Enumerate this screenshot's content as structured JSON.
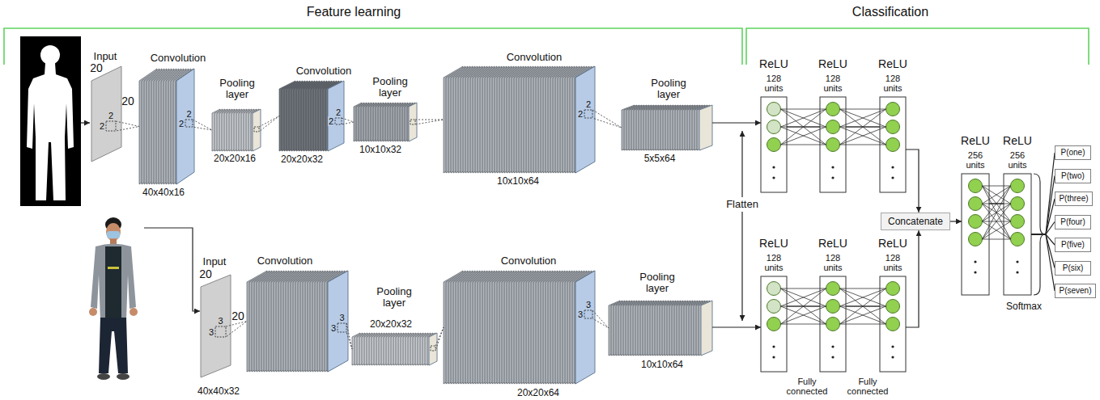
{
  "diagram": {
    "nodes": [
      {
        "text": [
          "Input",
          "20",
          "20"
        ]
      },
      {
        "text": [
          "Convolution",
          "40x40x16"
        ]
      },
      {
        "text": [
          "Pooling layer",
          "20x20x16"
        ]
      },
      {
        "text": [
          "Convolution",
          "20x20x32"
        ]
      },
      {
        "text": [
          "Pooling layer",
          "10x10x32"
        ]
      },
      {
        "text": [
          "Convolution",
          "10x10x64"
        ]
      },
      {
        "text": [
          "Pooling layer",
          "5x5x64"
        ]
      },
      {
        "text": [
          "Input",
          "20",
          "20"
        ]
      },
      {
        "text": [
          "Convolution"
        ]
      },
      {
        "text": [
          "Pooling layer",
          "20x20x32"
        ]
      },
      {
        "text": [
          "Convolution",
          "20x20x64"
        ]
      },
      {
        "text": [
          "Pooling layer",
          "10x10x64"
        ]
      },
      {
        "text": [
          "ReLU",
          "128 units"
        ]
      },
      {
        "text": [
          "ReLU",
          "128 units"
        ]
      },
      {
        "text": [
          "ReLU",
          "128 units"
        ]
      },
      {
        "text": [
          "ReLU",
          "128 units"
        ]
      },
      {
        "text": [
          "ReLU",
          "128 units"
        ]
      },
      {
        "text": [
          "ReLU",
          "128 units"
        ]
      },
      {
        "text": [
          "Concatenate"
        ]
      },
      {
        "text": [
          "ReLU",
          "256 units"
        ]
      },
      {
        "text": [
          "ReLU",
          "256 units"
        ]
      },
      {
        "text": [
          "P(one)"
        ]
      },
      {
        "text": [
          "P(two)"
        ]
      },
      {
        "text": [
          "P(three)"
        ]
      },
      {
        "text": [
          "P(four)"
        ]
      },
      {
        "text": [
          "P(five)"
        ]
      },
      {
        "text": [
          "P(six)"
        ]
      },
      {
        "text": [
          "P(seven)"
        ]
      }
    ],
    "edges": [
      {
        "from": 0,
        "to": 1,
        "arrow": "none"
      },
      {
        "from": 1,
        "to": 2,
        "arrow": "none"
      },
      {
        "from": 2,
        "to": 3,
        "arrow": "none"
      },
      {
        "from": 3,
        "to": 4,
        "arrow": "none"
      },
      {
        "from": 4,
        "to": 5,
        "arrow": "none"
      },
      {
        "from": 5,
        "to": 6,
        "arrow": "none"
      },
      {
        "from": 7,
        "to": 8,
        "arrow": "none"
      },
      {
        "from": 8,
        "to": 9,
        "arrow": "none"
      },
      {
        "from": 9,
        "to": 10,
        "arrow": "none"
      },
      {
        "from": 10,
        "to": 11,
        "arrow": "none"
      },
      {
        "from": 6,
        "to": 12,
        "arrow": "to"
      },
      {
        "from": 11,
        "to": 15,
        "arrow": "to"
      },
      {
        "from": 12,
        "to": 13,
        "arrow": "none"
      },
      {
        "from": 13,
        "to": 14,
        "arrow": "none"
      },
      {
        "from": 15,
        "to": 16,
        "arrow": "none"
      },
      {
        "from": 16,
        "to": 17,
        "arrow": "none"
      },
      {
        "from": 14,
        "to": 18,
        "arrow": "to"
      },
      {
        "from": 17,
        "to": 18,
        "arrow": "to"
      },
      {
        "from": 18,
        "to": 19,
        "arrow": "to"
      },
      {
        "from": 19,
        "to": 20,
        "arrow": "none"
      },
      {
        "from": 20,
        "to": 21,
        "arrow": "none"
      },
      {
        "from": 20,
        "to": 22,
        "arrow": "none"
      },
      {
        "from": 20,
        "to": 23,
        "arrow": "none"
      },
      {
        "from": 20,
        "to": 24,
        "arrow": "none"
      },
      {
        "from": 20,
        "to": 25,
        "arrow": "none"
      },
      {
        "from": 20,
        "to": 26,
        "arrow": "none"
      },
      {
        "from": 20,
        "to": 27,
        "arrow": "none"
      }
    ],
    "labels": [
      "Feature learning",
      "Classification",
      "2",
      "2",
      "2",
      "2",
      "2",
      "2",
      "2",
      "2",
      "3",
      "3",
      "3",
      "3",
      "3",
      "3",
      "40x40x32",
      "Flatten",
      "Fully connected",
      "Fully connected",
      "Softmax"
    ]
  }
}
